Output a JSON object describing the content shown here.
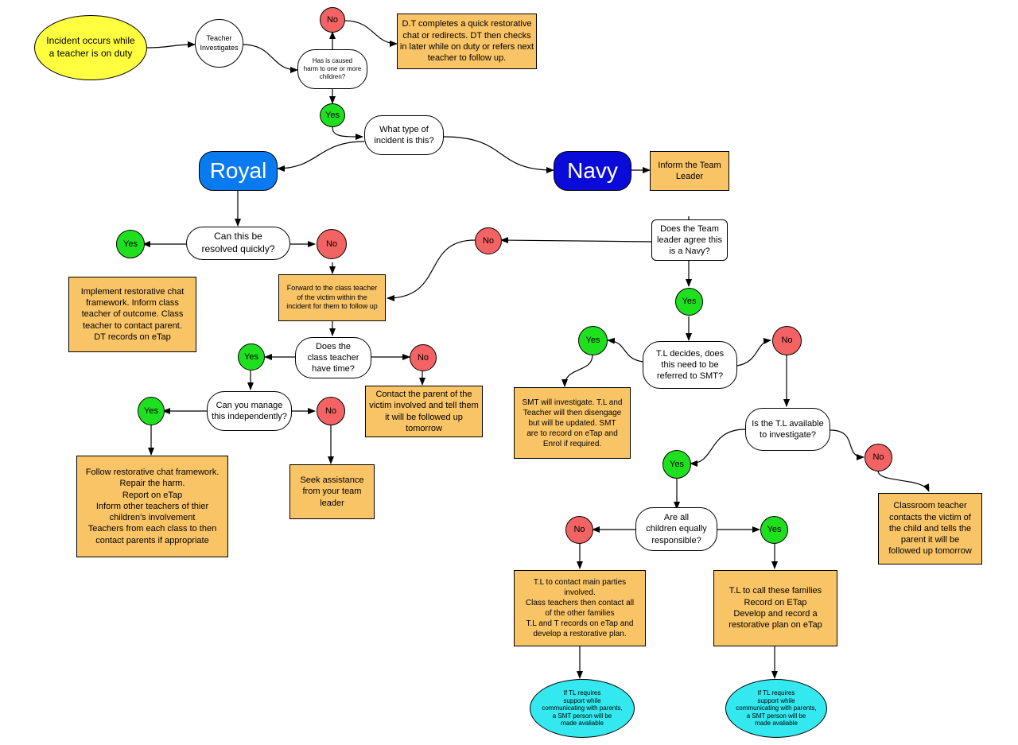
{
  "colors": {
    "start": "#ffff3f",
    "action_box": "#f9c466",
    "yes": "#1fe01f",
    "no": "#f36363",
    "royal": "#0a7af0",
    "navy": "#0a0ad9",
    "support": "#33e8ef"
  },
  "nodes": {
    "start": "Incident occurs while\na teacher is on duty",
    "investigate": "Teacher\nInvestigates",
    "harm_q": "Has is caused\nharm to one or more\nchildren?",
    "no1": "No",
    "dt_box": "D.T completes a quick restorative\nchat or redirects.  DT then checks\nin later while on duty or refers next\nteacher to follow up.",
    "yes1": "Yes",
    "type_q": "What type of\nincident is this?",
    "royal": "Royal",
    "navy": "Navy",
    "inform_tl": "Inform the Team\nLeader",
    "resolve_q": "Can this be\nresolved quickly?",
    "yes_resolve": "Yes",
    "no_resolve": "No",
    "implement_box": "Implement restorative chat\nframework.  Inform class\nteacher of outcome.  Class\nteacher to contact parent.\nDT records on eTap",
    "forward_box": "Forward to the class teacher\nof the victim within the\nincident for them to follow up",
    "time_q": "Does the\nclass teacher\nhave time?",
    "yes_time": "Yes",
    "no_time": "No",
    "contact_box": "Contact the parent of the\nvictim involved and tell them\nit will be followed up\ntomorrow",
    "manage_q": "Can you manage\nthis independently?",
    "yes_manage": "Yes",
    "no_manage": "No",
    "follow_box": "Follow restorative chat framework.\nRepair the harm.\nReport on eTap\nInform other teachers of thier\nchildren's involvement\nTeachers from each class to then\ncontact parents if appropriate",
    "seek_box": "Seek assistance\nfrom your team\nleader",
    "agree_q": "Does the Team\nleader agree this\nis a Navy?",
    "no_agree": "No",
    "yes_agree": "Yes",
    "smt_q": "T.L decides, does\nthis need to be\nreferred to SMT?",
    "yes_smt": "Yes",
    "no_smt": "No",
    "smt_box": "SMT will investigate.  T.L and\nTeacher will then disengage\nbut will be updated.  SMT\nare to record on eTap and\nEnrol if required.",
    "avail_q": "Is the T.L available\nto investigate?",
    "yes_avail": "Yes",
    "no_avail": "No",
    "classroom_box": "Classroom teacher\ncontacts the victim of\nthe child and tells the\nparent it will be\nfollowed up tomorrow",
    "equal_q": "Are all\nchildren equally\nresponsible?",
    "no_equal": "No",
    "yes_equal": "Yes",
    "tl_main_box": "T.L to contact main parties\ninvolved.\nClass teachers then contact all\nof the other families\nT.L and T records on eTap and\ndevelop a restorative plan.",
    "tl_call_box": "T.L to call these families\nRecord on ETap\nDevelop and record a\nrestorative plan on eTap",
    "support_left": "If TL requires\nsupport while\ncommunicating with parents,\na SMT person will be\nmade avaliable",
    "support_right": "If TL requires\nsupport while\ncommunicating with parents,\na SMT person will be\nmade avaliable"
  }
}
